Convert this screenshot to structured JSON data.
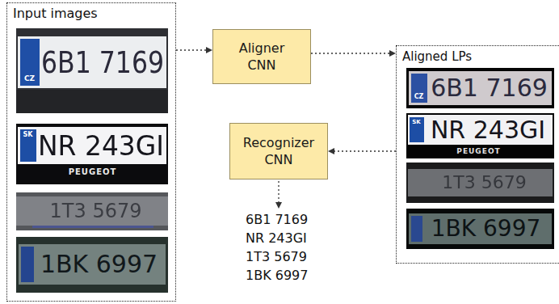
{
  "diagram": {
    "nodes": [
      {
        "text": [
          "Input images"
        ]
      },
      {
        "text": [
          "CZ",
          "6B1 7169"
        ],
        "in": 0
      },
      {
        "text": [
          "SK",
          "NR 243GI",
          "PEUGEOT"
        ],
        "in": 0
      },
      {
        "text": [
          "1T3 5679"
        ],
        "in": 0
      },
      {
        "text": [
          "1BK 6997"
        ],
        "in": 0
      },
      {
        "text": [
          "Aligner CNN"
        ]
      },
      {
        "text": [
          "Aligned LPs"
        ]
      },
      {
        "text": [
          "CZ",
          "6B1 7169"
        ],
        "in": 6
      },
      {
        "text": [
          "SK",
          "NR 243GI",
          "PEUGEOT"
        ],
        "in": 6
      },
      {
        "text": [
          "1T3 5679"
        ],
        "in": 6
      },
      {
        "text": [
          "1BK 6997"
        ],
        "in": 6
      },
      {
        "text": [
          "Recognizer CNN"
        ]
      }
    ],
    "edges": [
      {
        "from": 0,
        "to": 5,
        "arrow": "to"
      },
      {
        "from": 5,
        "to": 6,
        "arrow": "to"
      },
      {
        "from": 6,
        "to": 11,
        "arrow": "to"
      }
    ],
    "labels": [
      "6B1 7169",
      "NR 243GI",
      "1T3 5679",
      "1BK 6997"
    ]
  }
}
